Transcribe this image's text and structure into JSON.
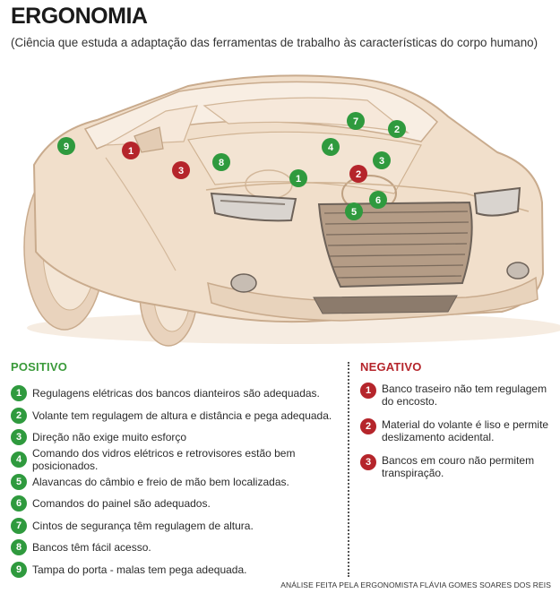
{
  "title": "ERGONOMIA",
  "subtitle": "(Ciência que estuda a adaptação das ferramentas de trabalho às características do corpo humano)",
  "colors": {
    "positive": "#2f9a3e",
    "negative": "#b5252b",
    "car_body": "#f1dfcb"
  },
  "positive": {
    "heading": "POSITIVO",
    "items": [
      {
        "num": "1",
        "text": "Regulagens elétricas dos bancos dianteiros são adequadas."
      },
      {
        "num": "2",
        "text": "Volante tem regulagem de altura e distância e pega adequada."
      },
      {
        "num": "3",
        "text": "Direção não exige muito esforço"
      },
      {
        "num": "4",
        "text": "Comando dos vidros elétricos e retrovisores estão bem posicionados."
      },
      {
        "num": "5",
        "text": "Alavancas do câmbio e freio de mão bem localizadas."
      },
      {
        "num": "6",
        "text": "Comandos do painel são adequados."
      },
      {
        "num": "7",
        "text": "Cintos de segurança têm regulagem de altura."
      },
      {
        "num": "8",
        "text": "Bancos têm fácil acesso."
      },
      {
        "num": "9",
        "text": "Tampa do porta - malas tem pega adequada."
      }
    ]
  },
  "negative": {
    "heading": "NEGATIVO",
    "items": [
      {
        "num": "1",
        "text": "Banco traseiro não tem regulagem do encosto."
      },
      {
        "num": "2",
        "text": "Material do volante é liso e permite deslizamento acidental."
      },
      {
        "num": "3",
        "text": "Bancos em couro não permitem transpiração."
      }
    ]
  },
  "markers": {
    "green": [
      "9",
      "8",
      "4",
      "7",
      "1",
      "2",
      "3",
      "6",
      "5"
    ],
    "red": [
      "1",
      "3",
      "2"
    ]
  },
  "credit": "ANÁLISE FEITA PELA ERGONOMISTA FLÁVIA GOMES SOARES DOS REIS"
}
